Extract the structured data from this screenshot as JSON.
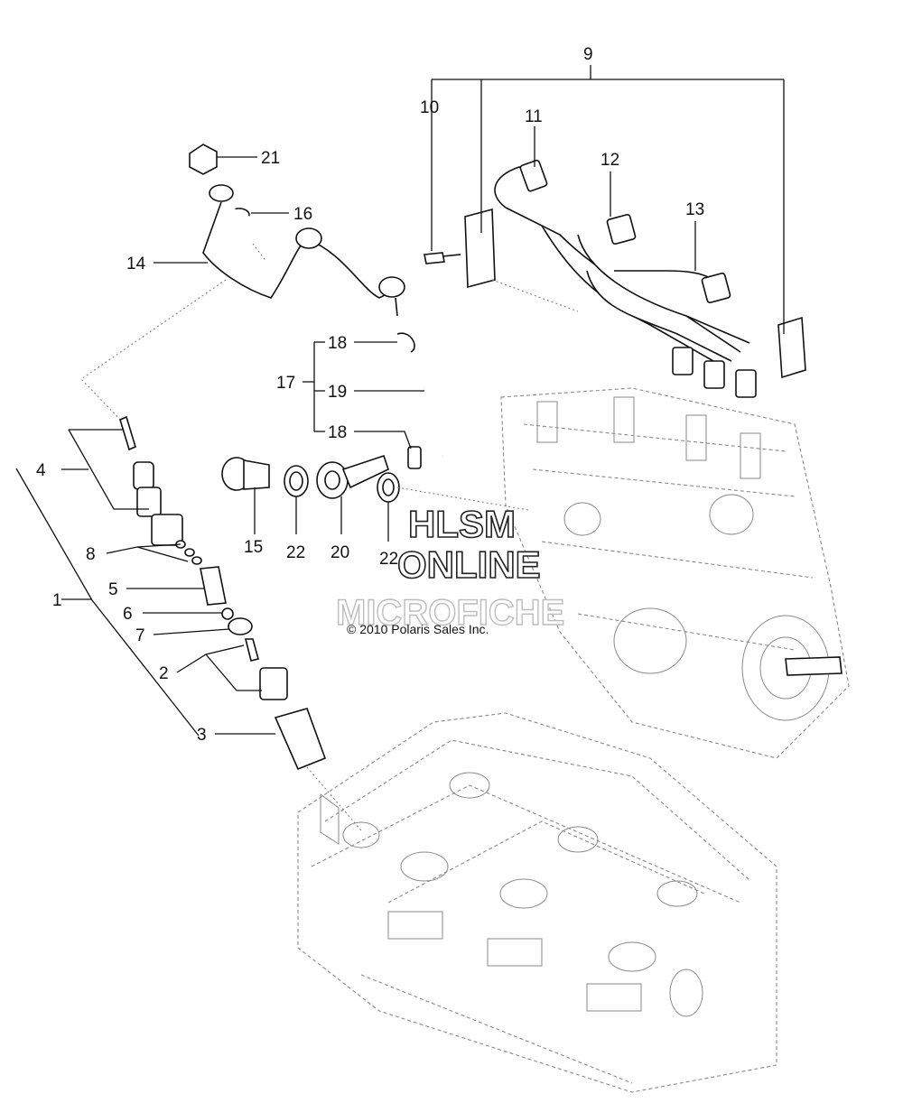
{
  "callouts": {
    "c1": "1",
    "c2": "2",
    "c3": "3",
    "c4": "4",
    "c5": "5",
    "c6": "6",
    "c7": "7",
    "c8": "8",
    "c9": "9",
    "c10": "10",
    "c11": "11",
    "c12": "12",
    "c13": "13",
    "c14": "14",
    "c15": "15",
    "c16": "16",
    "c17": "17",
    "c18a": "18",
    "c18b": "18",
    "c19": "19",
    "c20": "20",
    "c21": "21",
    "c22a": "22",
    "c22b": "22"
  },
  "copyright": "© 2010 Polaris Sales Inc.",
  "watermark": {
    "line1": "HLSM",
    "line2": "ONLINE",
    "line3": "MICROFICHE"
  },
  "icons": {
    "head": "cylinder-head-icon",
    "pump": "injection-pump-icon",
    "pipes": "injection-pipes-icon",
    "nozzle": "injector-nozzle-icon"
  }
}
